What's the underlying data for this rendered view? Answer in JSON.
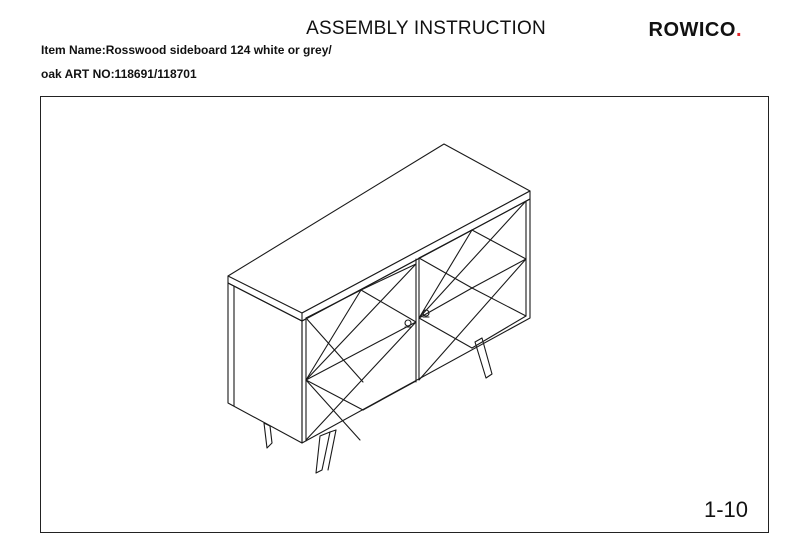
{
  "header": {
    "title": "ASSEMBLY INSTRUCTION",
    "brand_text": "ROWICO",
    "brand_dot": ".",
    "brand_dot_color": "#e3262b"
  },
  "item": {
    "line1": "Item Name:Rosswood sideboard 124 white or grey/",
    "line2": "oak ART NO:118691/118701"
  },
  "footer": {
    "page": "1-10"
  }
}
